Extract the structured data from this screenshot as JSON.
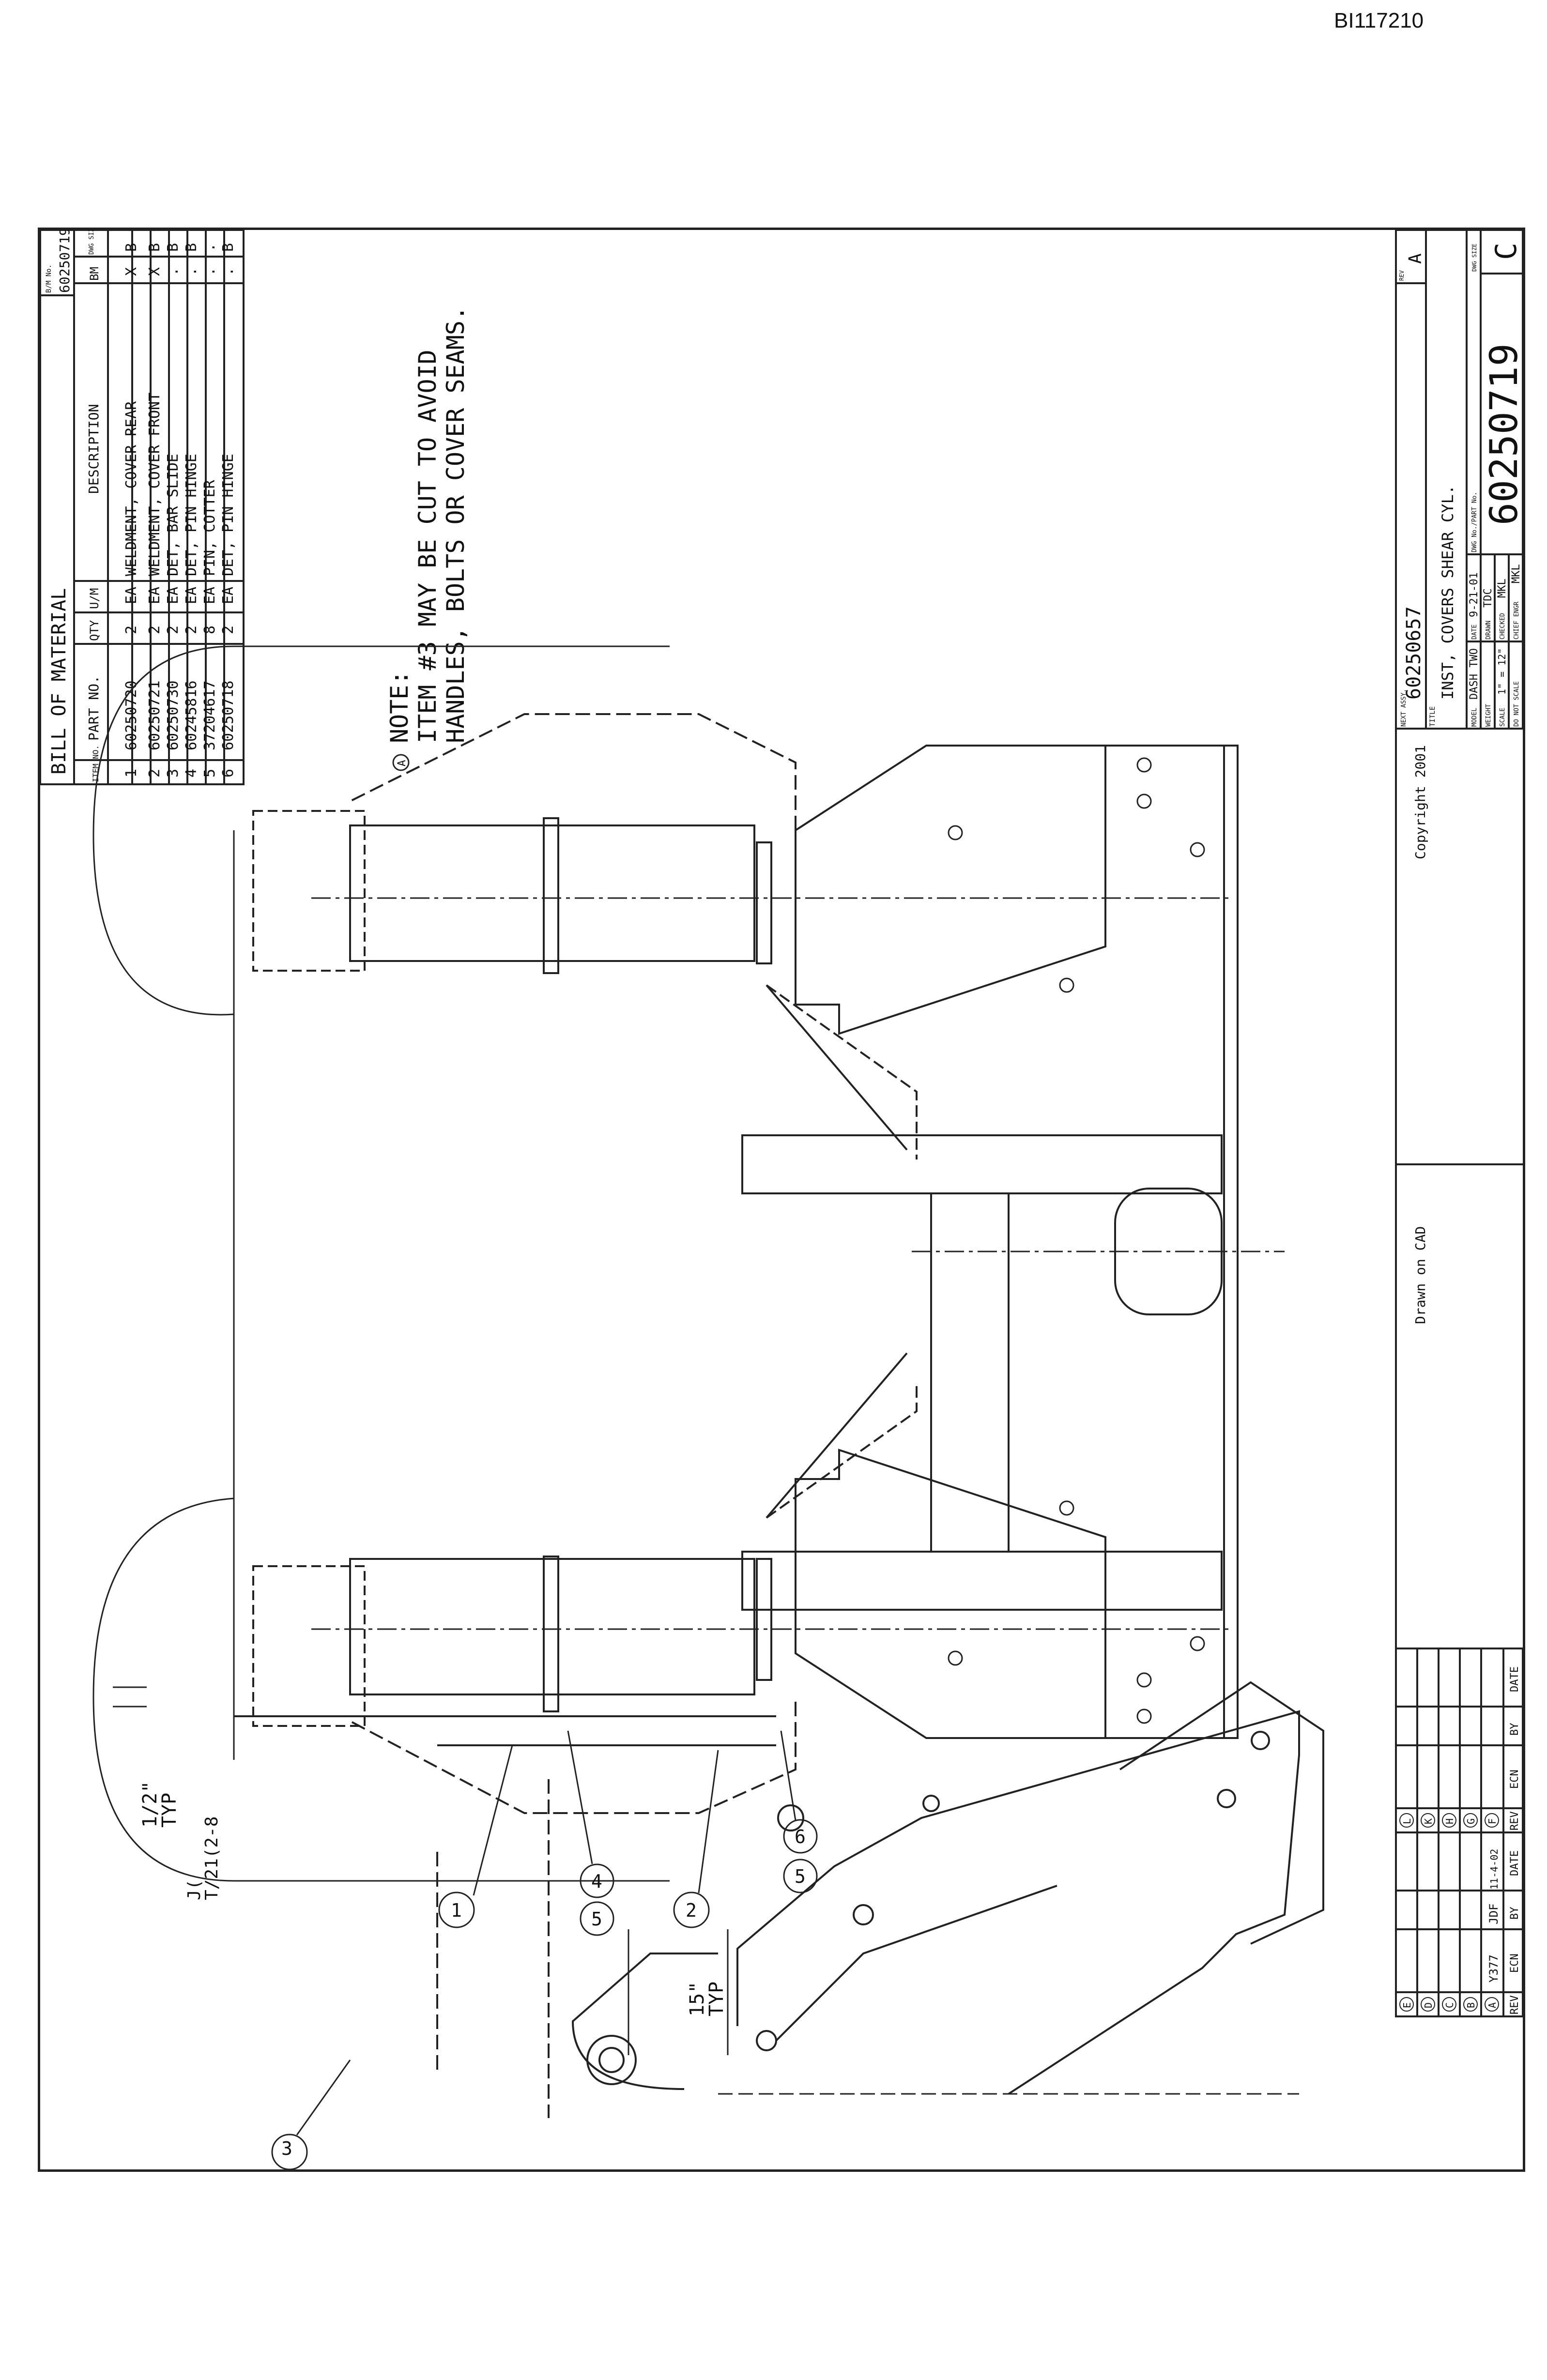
{
  "doc_id": "BI117210",
  "bom": {
    "title": "BILL OF MATERIAL",
    "bm_no_label": "B/M No.",
    "bm_no": "60250719",
    "headers": [
      "ITEM NO.",
      "PART NO.",
      "QTY",
      "U/M",
      "DESCRIPTION",
      "BM",
      "DWG SIZE"
    ],
    "rows": [
      [
        "1",
        "60250720",
        "2",
        "EA",
        "WELDMENT, COVER REAR",
        "X",
        "B"
      ],
      [
        "2",
        "60250721",
        "2",
        "EA",
        "WELDMENT, COVER FRONT",
        "X",
        "B"
      ],
      [
        "3",
        "60250730",
        "2",
        "EA",
        "DET, BAR SLIDE",
        ".",
        "B"
      ],
      [
        "4",
        "60245816",
        "2",
        "EA",
        "DET, PIN HINGE",
        ".",
        "B"
      ],
      [
        "5",
        "37204617",
        "8",
        "EA",
        "PIN, COTTER",
        ".",
        "."
      ],
      [
        "6",
        "60250718",
        "2",
        "EA",
        "DET, PIN HINGE",
        ".",
        "B"
      ]
    ]
  },
  "note": {
    "marker": "A",
    "line1": "NOTE:",
    "line2": "ITEM #3 MAY BE CUT TO AVOID",
    "line3": "HANDLES, BOLTS OR COVER SEAMS."
  },
  "dimensions": {
    "half_inch": "1/2\"",
    "typ": "TYP",
    "fifteen": "15\"",
    "typ2": "TYP",
    "ref_callout": "J(",
    "ref_detail": "T/21(2-8"
  },
  "balloons": [
    "1",
    "5",
    "4",
    "2",
    "5",
    "6",
    "3"
  ],
  "title_block": {
    "copyright": "Copyright 2001",
    "drawn_on": "Drawn on CAD",
    "next_assy_label": "NEXT ASSY.",
    "next_assy": "60250657",
    "rev_label": "REV",
    "rev": "A",
    "title_label": "TITLE",
    "title": "INST, COVERS SHEAR CYL.",
    "model_label": "MODEL",
    "model": "DASH TWO",
    "date_label": "DATE",
    "date": "9-21-01",
    "weight_label": "WEIGHT",
    "drawn_label": "DRAWN",
    "drawn": "TDC",
    "scale_label": "SCALE",
    "scale": "1\" = 12\"",
    "checked_label": "CHECKED",
    "checked": "MKL",
    "do_not_scale": "DO NOT SCALE",
    "chief_engr_label": "CHIEF ENGR",
    "chief_engr": "MKL",
    "dwg_no_label": "DWG No./PART No.",
    "dwg_no": "60250719",
    "dwg_size_label": "DWG SIZE",
    "dwg_size": "C"
  },
  "revision_block": {
    "headers": [
      "REV",
      "ECN",
      "BY",
      "DATE",
      "REV",
      "ECN",
      "BY",
      "DATE"
    ],
    "left_revs": [
      "E",
      "D",
      "C",
      "B",
      "A"
    ],
    "right_revs": [
      "L",
      "K",
      "H",
      "G",
      "F"
    ],
    "rev_a": {
      "ecn": "Y377",
      "by": "JDF",
      "date": "11-4-02"
    }
  },
  "colors": {
    "ink": "#111111",
    "paper": "#ffffff"
  }
}
